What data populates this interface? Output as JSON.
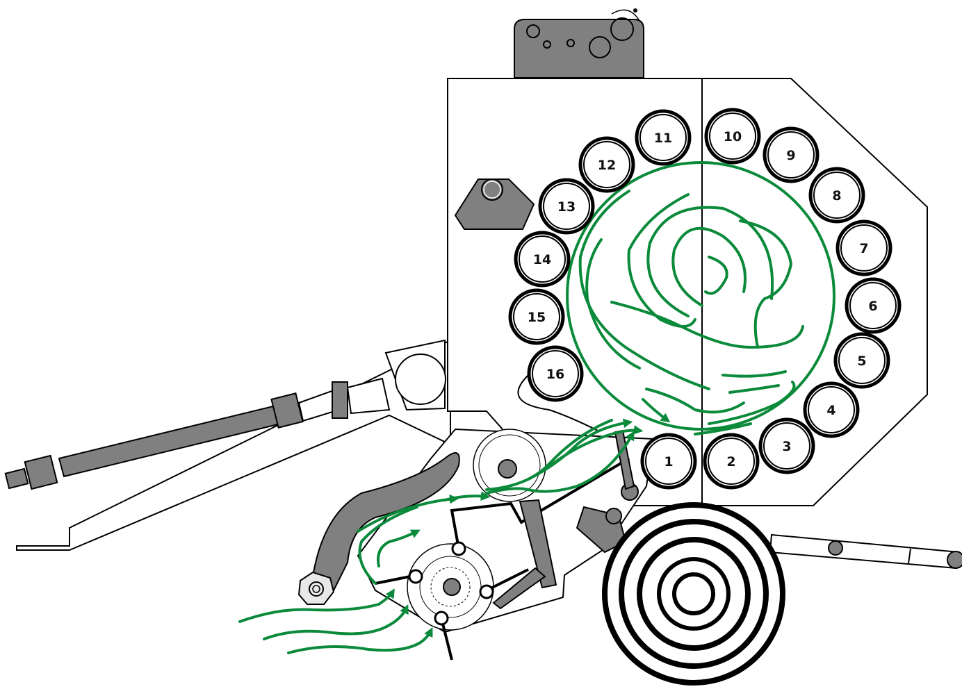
{
  "diagram": {
    "rollers": [
      {
        "label": "1"
      },
      {
        "label": "2"
      },
      {
        "label": "3"
      },
      {
        "label": "4"
      },
      {
        "label": "5"
      },
      {
        "label": "6"
      },
      {
        "label": "7"
      },
      {
        "label": "8"
      },
      {
        "label": "9"
      },
      {
        "label": "10"
      },
      {
        "label": "11"
      },
      {
        "label": "12"
      },
      {
        "label": "13"
      },
      {
        "label": "14"
      },
      {
        "label": "15"
      },
      {
        "label": "16"
      }
    ],
    "colors": {
      "crop_flow": "#0a8a3a",
      "machine_grey": "#808080",
      "outline": "#000000",
      "background": "#ffffff"
    }
  }
}
